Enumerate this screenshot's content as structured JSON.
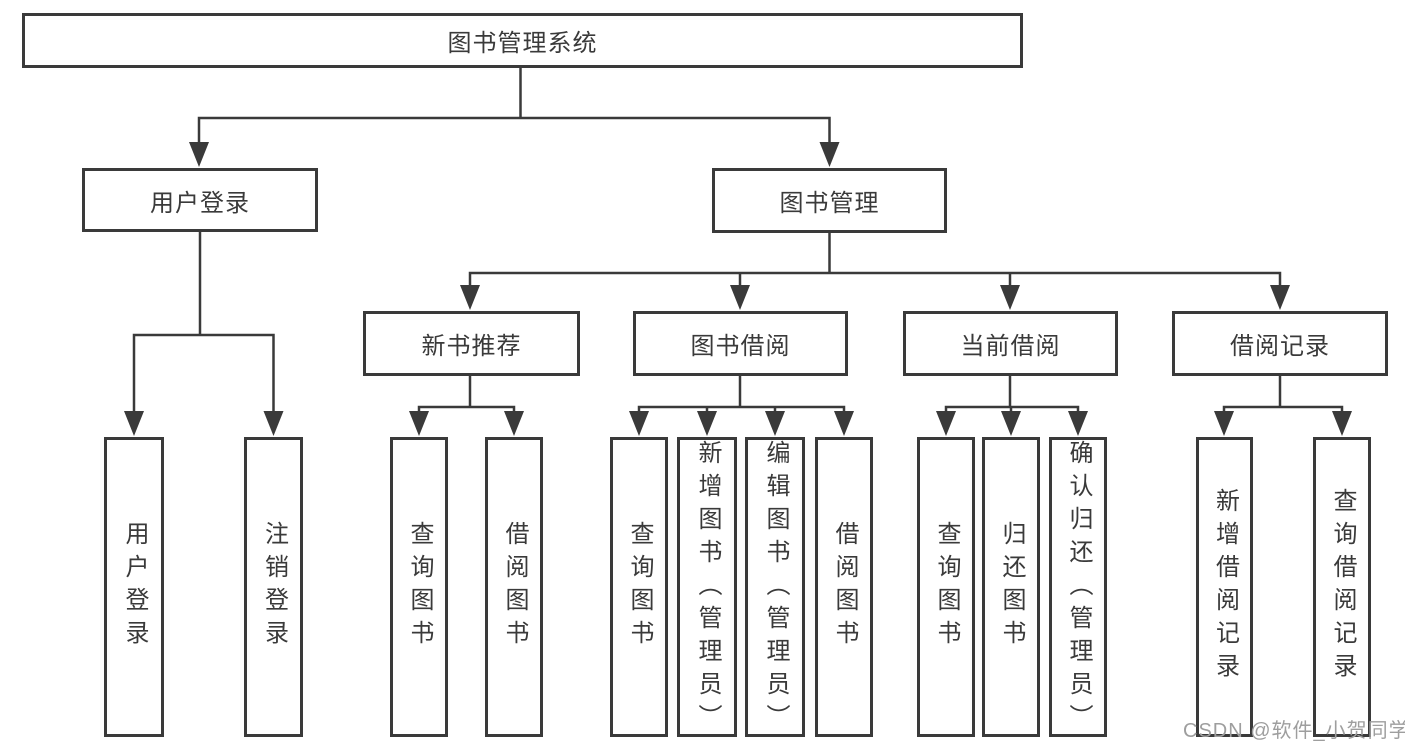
{
  "tree": {
    "root": {
      "label": "图书管理系统"
    },
    "branches": [
      {
        "label": "用户登录",
        "children": [
          {
            "label": "用户登录"
          },
          {
            "label": "注销登录"
          }
        ]
      },
      {
        "label": "图书管理",
        "sections": [
          {
            "label": "新书推荐",
            "children": [
              {
                "label": "查询图书"
              },
              {
                "label": "借阅图书"
              }
            ]
          },
          {
            "label": "图书借阅",
            "children": [
              {
                "label": "查询图书"
              },
              {
                "label": "新增图书（管理员）"
              },
              {
                "label": "编辑图书（管理员）"
              },
              {
                "label": "借阅图书"
              }
            ]
          },
          {
            "label": "当前借阅",
            "children": [
              {
                "label": "查询图书"
              },
              {
                "label": "归还图书"
              },
              {
                "label": "确认归还（管理员）"
              }
            ]
          },
          {
            "label": "借阅记录",
            "children": [
              {
                "label": "新增借阅记录"
              },
              {
                "label": "查询借阅记录"
              }
            ]
          }
        ]
      }
    ]
  },
  "watermark": {
    "text": "CSDN @软件_小贺同学"
  },
  "colors": {
    "line": "#3a3a3a",
    "text": "#3a3a3a",
    "watermark": "#9e9e9e"
  }
}
